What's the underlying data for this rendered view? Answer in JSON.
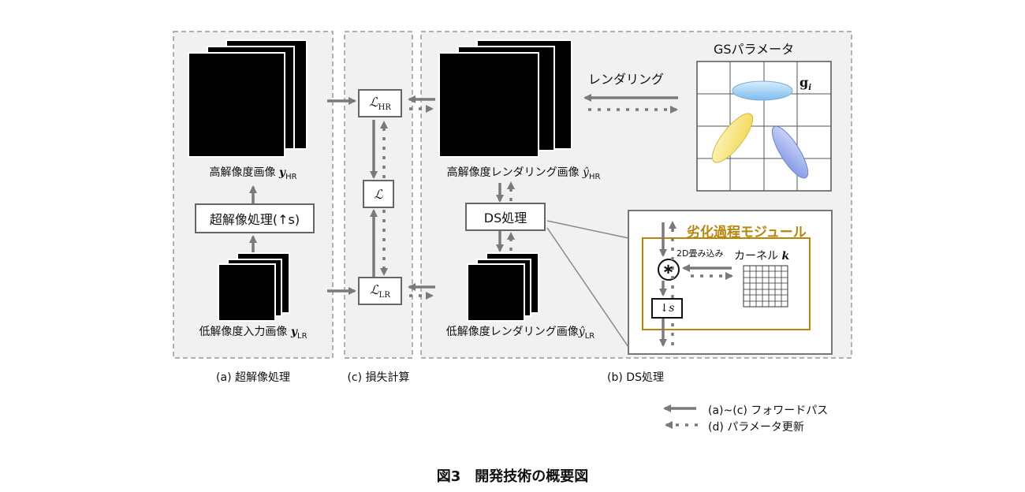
{
  "sections": {
    "a_caption": "(a) 超解像処理",
    "c_caption": "(c) 損失計算",
    "b_caption": "(b) DS処理"
  },
  "left": {
    "hr_image_label": "高解像度画像",
    "sr_box_label": "超解像処理(↑s)",
    "lr_image_label": "低解像度入力画像"
  },
  "loss": {
    "l_hr": "ℒHR",
    "l_mid": "ℒ",
    "l_lr": "ℒLR"
  },
  "right": {
    "hr_render_label": "高解像度レンダリング画像",
    "lr_render_label": "低解像度レンダリング画像",
    "ds_box_label": "DS処理",
    "rendering_label": "レンダリング",
    "gs_title": "GSパラメータ",
    "gs_symbol": "g",
    "gs_sub": "i"
  },
  "module": {
    "title": "劣化過程モジュール",
    "conv_label": "2D畳み込み",
    "kernel_label": "カーネル",
    "kernel_symbol": "k",
    "conv_symbol": "∗",
    "down_label": "↓s"
  },
  "legend": {
    "forward_label": "(a)~(c) フォワードパス",
    "update_label": "(d) パラメータ更新"
  },
  "figure_title": "図3　開発技術の概要図",
  "colors": {
    "arrow": "#7a7a7a",
    "panel_bg": "#f1f1f1",
    "module_border": "#b8860b",
    "gauss_blue": "#9ecff2",
    "gauss_yellow": "#f7e57a",
    "gauss_purple": "#9aaee8"
  }
}
